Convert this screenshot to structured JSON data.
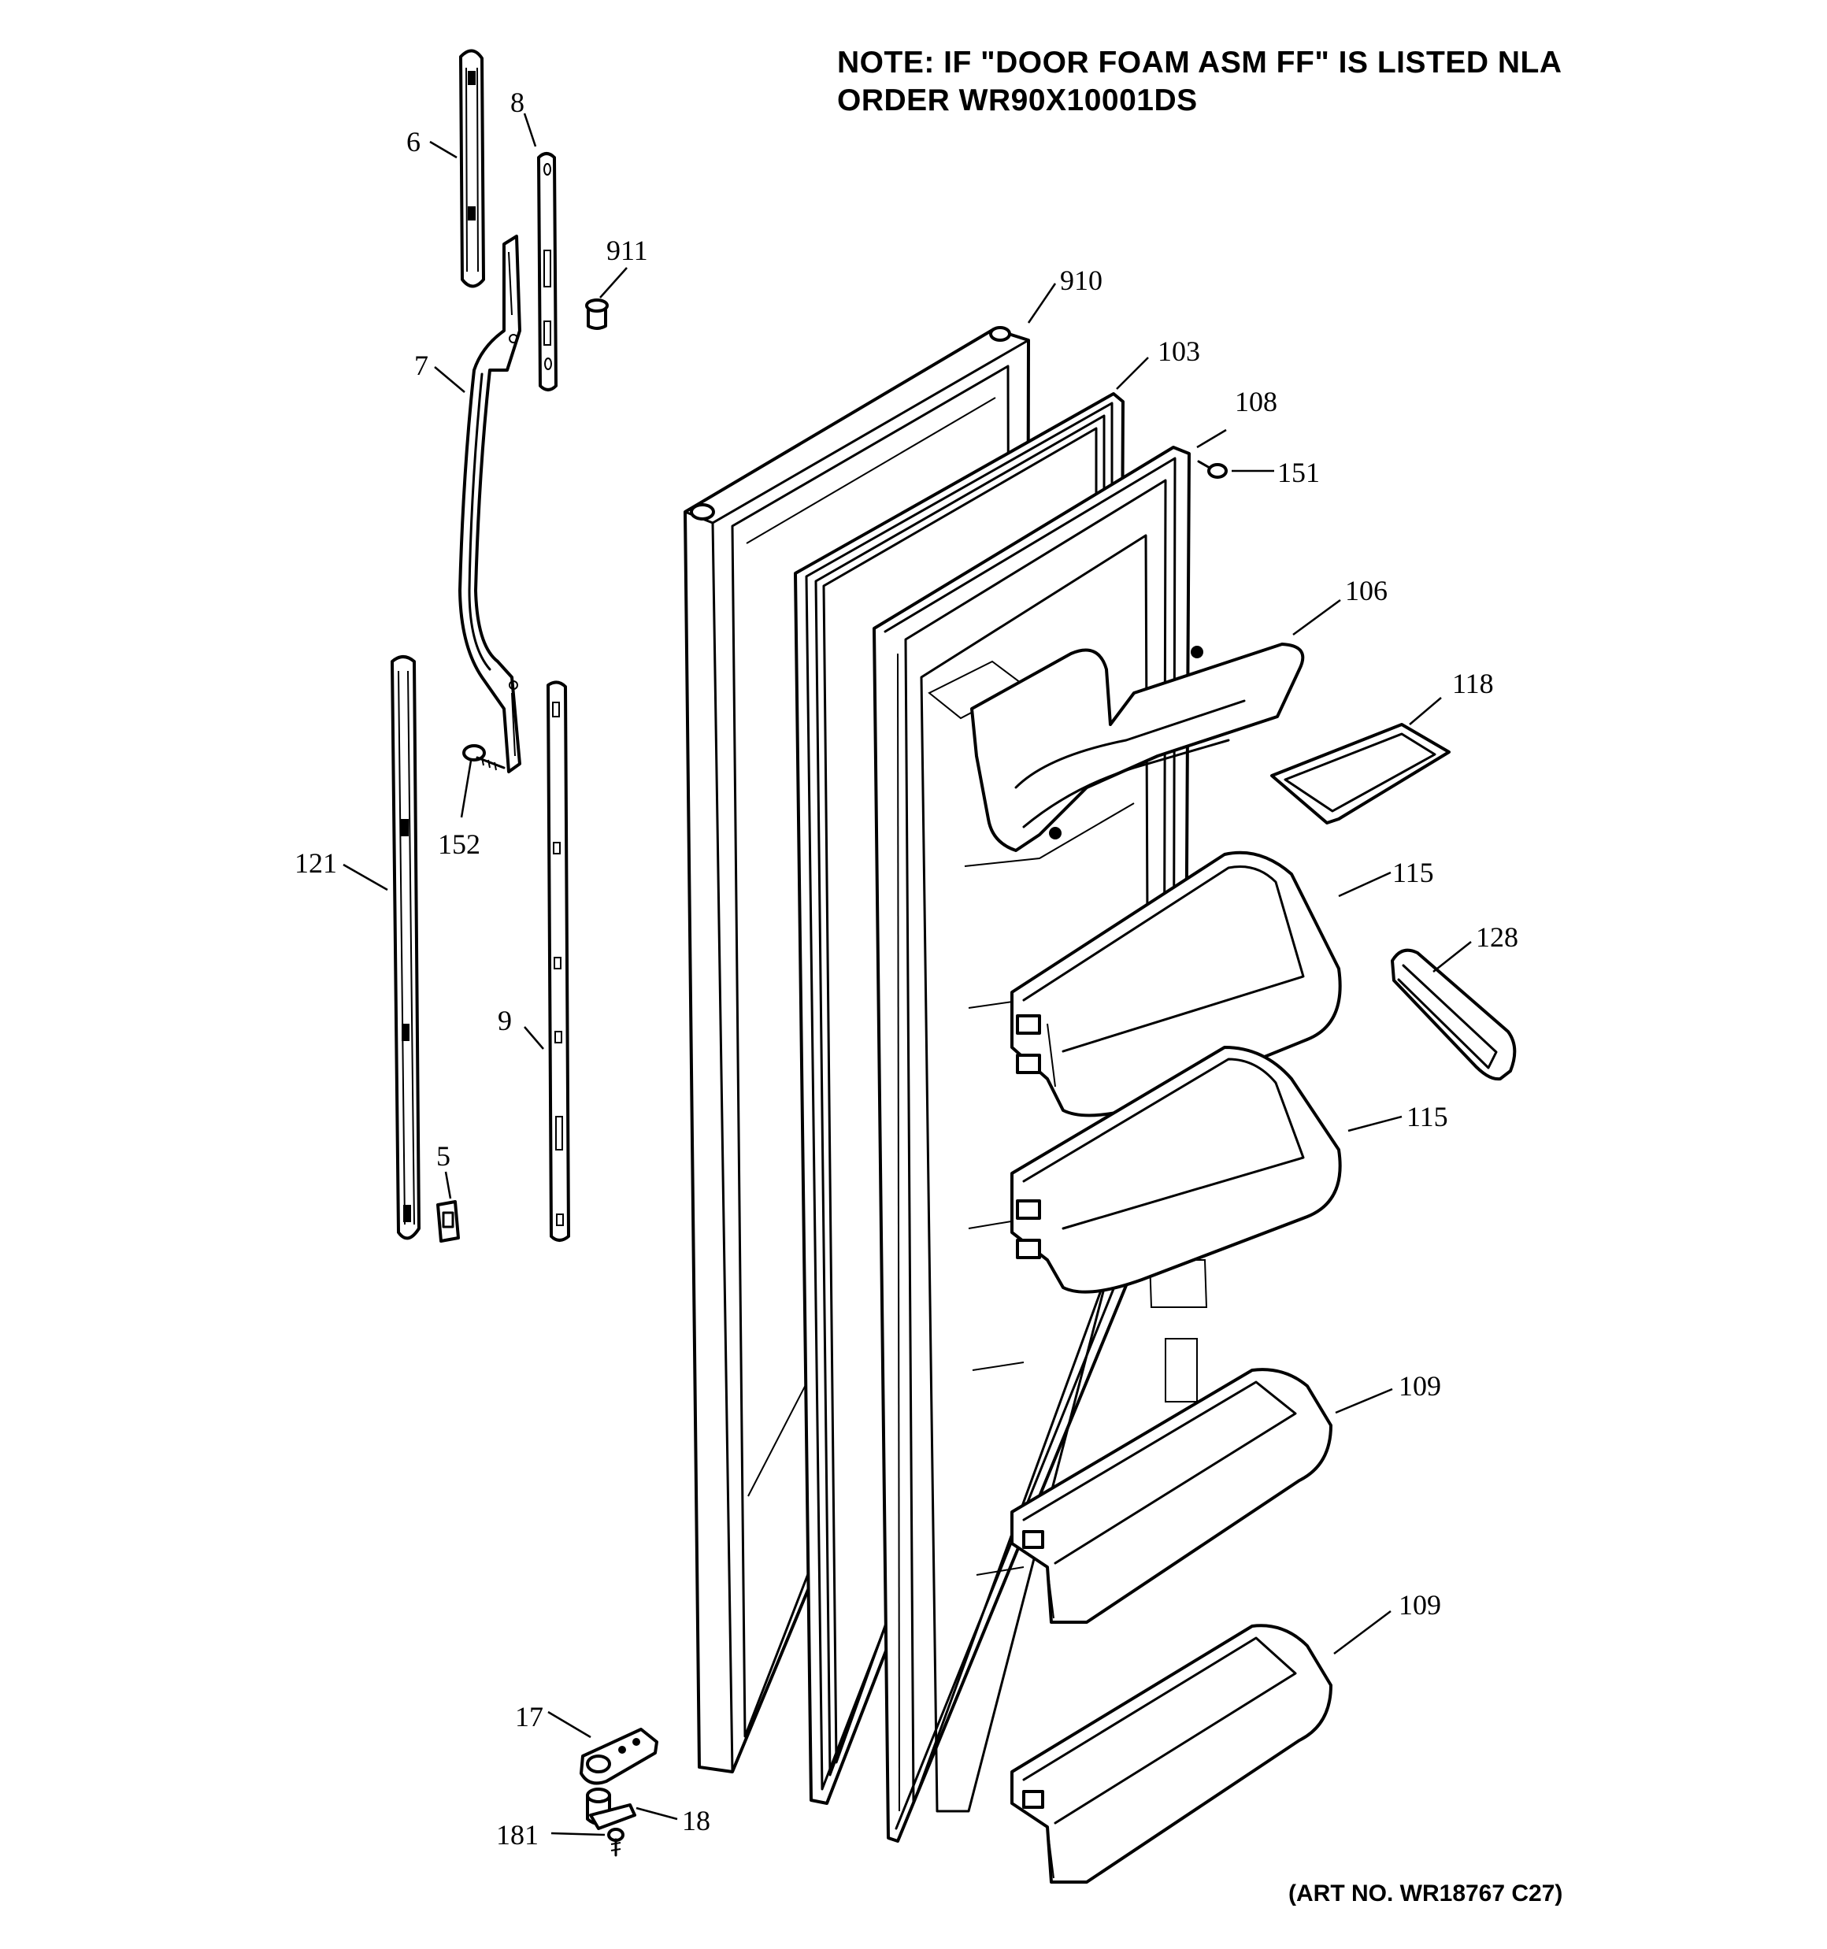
{
  "note": {
    "line1": "NOTE: IF \"DOOR FOAM ASM FF\" IS LISTED NLA",
    "line2": "ORDER WR90X10001DS"
  },
  "art_number": "(ART NO. WR18767 C27)",
  "callouts": [
    "6",
    "8",
    "911",
    "910",
    "103",
    "108",
    "151",
    "7",
    "106",
    "118",
    "152",
    "121",
    "115",
    "128",
    "9",
    "115",
    "5",
    "109",
    "109",
    "17",
    "18",
    "181"
  ]
}
